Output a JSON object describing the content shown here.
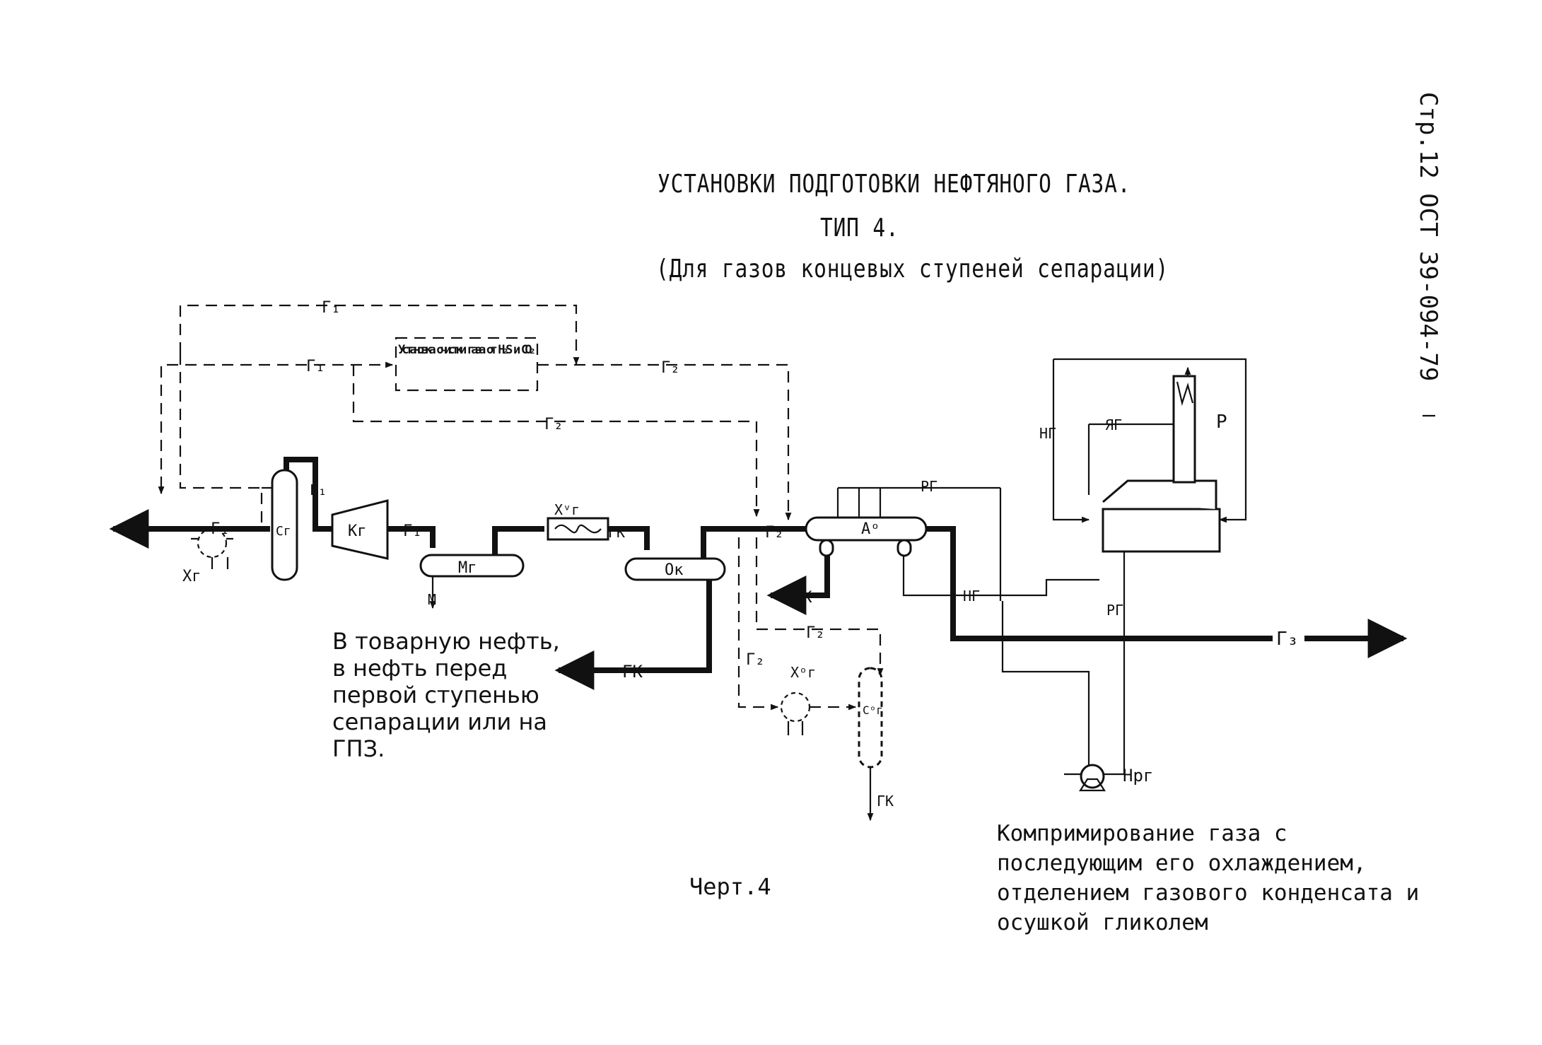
{
  "header": {
    "title_line1": "УСТАНОВКИ ПОДГОТОВКИ НЕФТЯНОГО ГАЗА.",
    "title_line2": "ТИП 4.",
    "title_line3": "(Для газов концевых ступеней сепарации)",
    "side_label": "Стр.12  ОСТ 39-094-79"
  },
  "notes": {
    "left_note": "В товарную нефть, в нефть перед первой ступенью сепарации или на ГПЗ.",
    "caption": "Компримирование газа с последующим его охлаждением, отделением газового конденсата и осушкой гликолем",
    "figure_label": "Черт.4"
  },
  "labels": {
    "g1": "Г₁",
    "g2": "Г₂",
    "g3": "Г₃",
    "gk": "ГК",
    "m": "М",
    "cleaning_unit": "Установка очистки газа от H₂S и CO₂",
    "xg": "Хг",
    "cg": "Сг",
    "kg": "Кг",
    "mg": "Мг",
    "xgv": "Хᵛг",
    "ok": "Ок",
    "ao": "Аᵒ",
    "xgo": "Хᵒг",
    "cgo": "Сᵒг",
    "rg": "РГ",
    "ng": "НГ",
    "yag": "ЯГ",
    "r": "Р",
    "nrg": "Нрг"
  }
}
